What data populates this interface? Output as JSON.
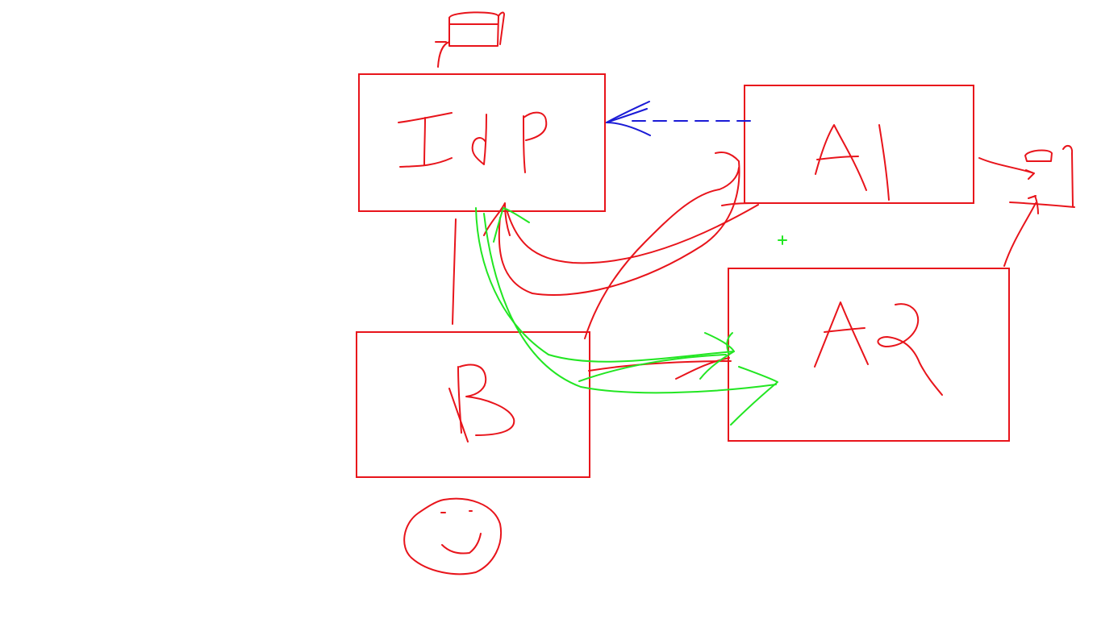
{
  "diagram": {
    "colors": {
      "ink_red": "#e8141b",
      "ink_green": "#22e622",
      "ink_blue": "#1a1ad6",
      "background": "#ffffff"
    },
    "nodes": [
      {
        "id": "idp",
        "label": "IdP",
        "handwritten": true
      },
      {
        "id": "a1",
        "label": "A1",
        "handwritten": true
      },
      {
        "id": "a2",
        "label": "A2",
        "handwritten": true
      },
      {
        "id": "b",
        "label": "B",
        "handwritten": true
      }
    ],
    "icons": [
      "database-icon",
      "database-icon",
      "smiley-face-icon",
      "cursor-crosshair-icon"
    ],
    "edges": [
      {
        "from": "a1",
        "to": "idp",
        "color": "blue",
        "style": "dashed"
      },
      {
        "from": "idp",
        "to": "a1",
        "color": "red",
        "style": "curved"
      },
      {
        "from": "b",
        "to": "a1",
        "color": "red",
        "style": "curved"
      },
      {
        "from": "b",
        "to": "a2",
        "color": "red",
        "style": "straight"
      },
      {
        "from": "idp",
        "to": "a2",
        "color": "green",
        "style": "curved"
      },
      {
        "from": "idp",
        "to": "b",
        "color": "red",
        "style": "line"
      }
    ]
  }
}
